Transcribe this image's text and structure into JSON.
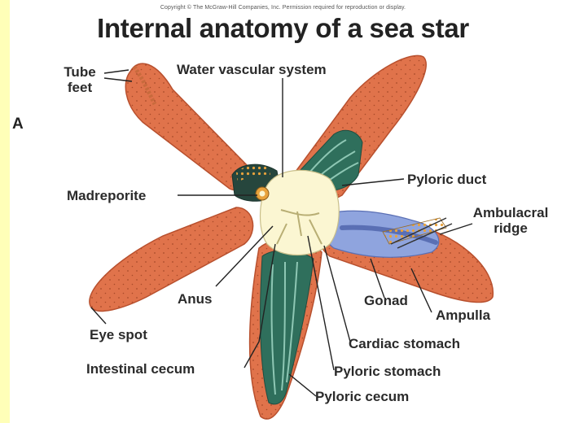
{
  "copyright": "Copyright © The McGraw-Hill Companies, Inc. Permission required for reproduction or display.",
  "title": "Internal anatomy of a sea star",
  "panel_letter": "A",
  "labels": {
    "tube_feet_1": "Tube",
    "tube_feet_2": "feet",
    "water_vascular_system": "Water vascular system",
    "madreporite": "Madreporite",
    "pyloric_duct": "Pyloric duct",
    "ambulacral_1": "Ambulacral",
    "ambulacral_2": "ridge",
    "anus": "Anus",
    "gonad": "Gonad",
    "ampulla": "Ampulla",
    "eye_spot": "Eye spot",
    "cardiac_stomach": "Cardiac stomach",
    "intestinal_cecum": "Intestinal cecum",
    "pyloric_stomach": "Pyloric stomach",
    "pyloric_cecum": "Pyloric cecum"
  },
  "colors": {
    "arm_fill": "#e0734b",
    "arm_stroke": "#b8502e",
    "arm_dots": "#a84a2a",
    "center": "#fbf6d2",
    "green": "#2f6f5c",
    "green_light": "#8ec7b4",
    "blue": "#8fa4de",
    "blue_dark": "#5a6fb4",
    "ampulla": "#e8a23c",
    "leader": "#222222"
  }
}
